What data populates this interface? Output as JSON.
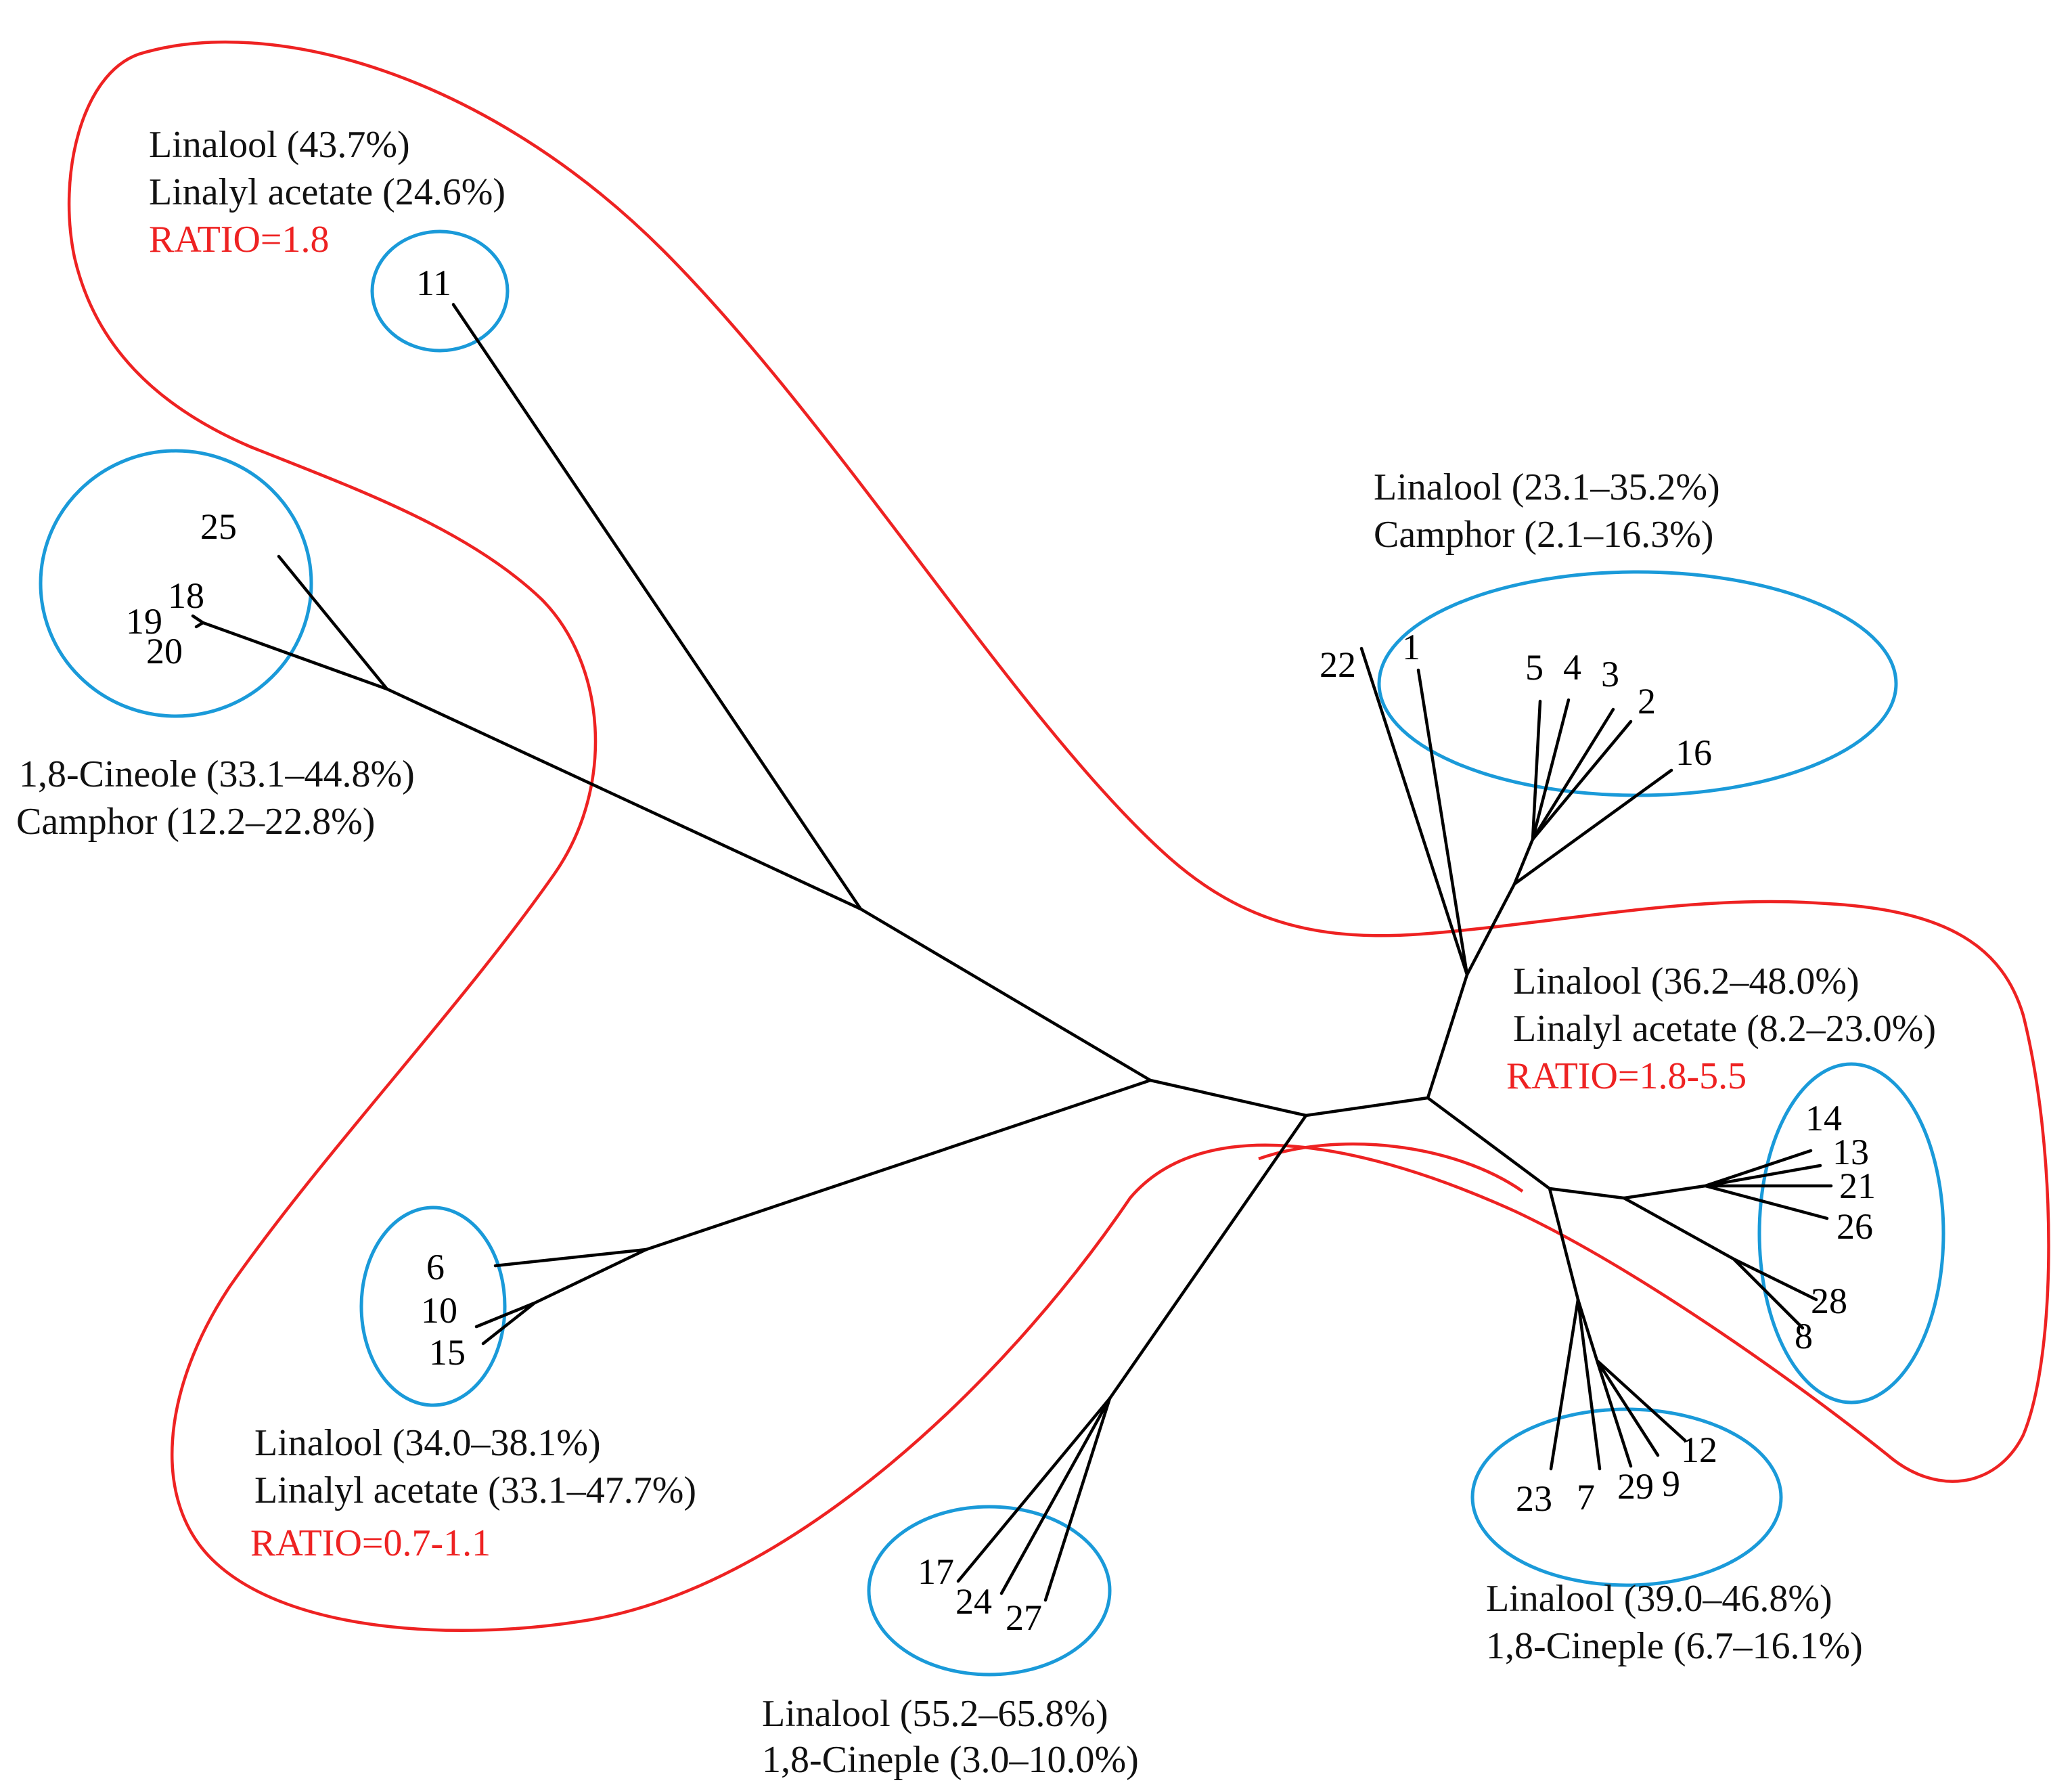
{
  "colors": {
    "branch": "#000000",
    "subcluster": "#1a9ad9",
    "cluster": "#ee2222",
    "text": "#111111",
    "ratio_text": "#ee2222"
  },
  "leaves": {
    "l1": "1",
    "l2": "2",
    "l3": "3",
    "l4": "4",
    "l5": "5",
    "l6": "6",
    "l7": "7",
    "l8": "8",
    "l9": "9",
    "l10": "10",
    "l11": "11",
    "l12": "12",
    "l13": "13",
    "l14": "14",
    "l15": "15",
    "l16": "16",
    "l17": "17",
    "l18": "18",
    "l19": "19",
    "l20": "20",
    "l21": "21",
    "l22": "22",
    "l23": "23",
    "l24": "24",
    "l25": "25",
    "l26": "26",
    "l27": "27",
    "l28": "28",
    "l29": "29"
  },
  "groups": {
    "g11": {
      "line1": "Linalool (43.7%)",
      "line2": "Linalyl acetate (24.6%)",
      "ratio": "RATIO=1.8"
    },
    "gcineole": {
      "line1": "1,8-Cineole (33.1–44.8%)",
      "line2": "Camphor (12.2–22.8%)"
    },
    "gcamphor": {
      "line1": "Linalool (23.1–35.2%)",
      "line2": "Camphor (2.1–16.3%)"
    },
    "gright": {
      "line1": "Linalool (36.2–48.0%)",
      "line2": "Linalyl acetate (8.2–23.0%)",
      "ratio": "RATIO=1.8-5.5"
    },
    "gleft": {
      "line1": "Linalool (34.0–38.1%)",
      "line2": "Linalyl acetate (33.1–47.7%)",
      "ratio": "RATIO=0.7-1.1"
    },
    "gbottom": {
      "line1": "Linalool (55.2–65.8%)",
      "line2": "1,8-Cineple (3.0–10.0%)"
    },
    "gbr": {
      "line1": "Linalool (39.0–46.8%)",
      "line2": "1,8-Cineple (6.7–16.1%)"
    }
  }
}
